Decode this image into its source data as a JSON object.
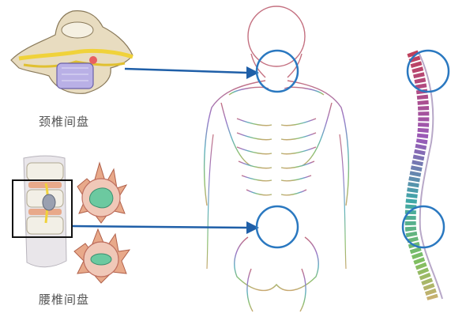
{
  "labels": {
    "cervical_disc": "颈椎间盘",
    "lumbar_disc": "腰椎间盘"
  },
  "icons": {
    "cervical_vertebra": "cervical-vertebra-illustration",
    "lumbar_spine_section": "lumbar-spine-section-illustration",
    "lumbar_disc_top": "lumbar-disc-cross-section",
    "lumbar_disc_bottom": "lumbar-disc-cross-section",
    "back_skeleton": "human-skeleton-back-view",
    "side_spine": "spine-side-view"
  },
  "colors": {
    "arrow": "#1f5fa8",
    "highlight_circle": "#2a78c0",
    "selection_box": "#111111",
    "bone": "#e8dcc0",
    "nerve": "#f0d23a",
    "disc_core": "#b9b0e6",
    "lumbar_disc_core": "#6cc9a0",
    "tissue": "#e8a98a"
  }
}
